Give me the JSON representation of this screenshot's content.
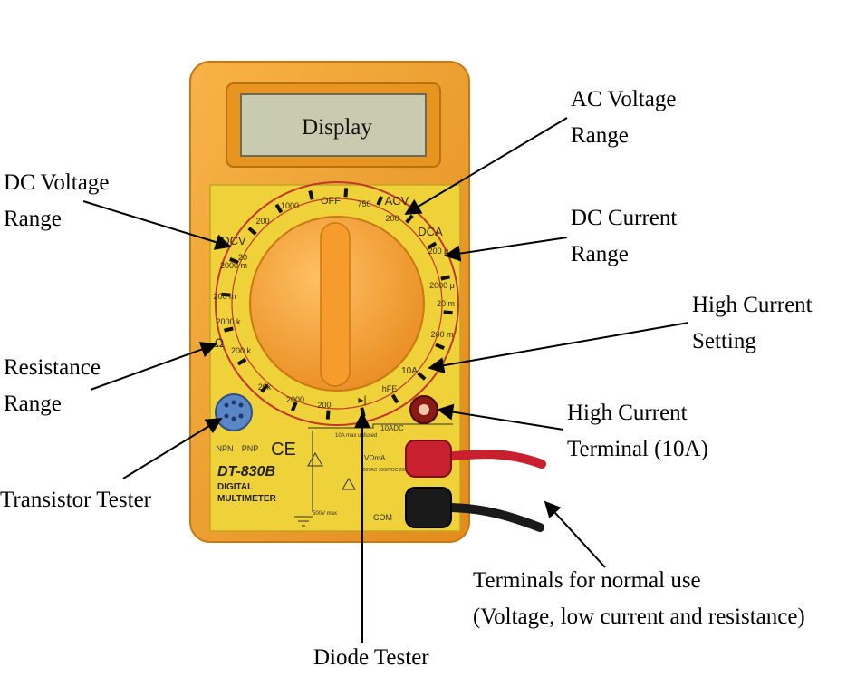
{
  "labels": {
    "display": "Display",
    "ac_voltage": [
      "AC Voltage",
      "Range"
    ],
    "dc_voltage": [
      "DC Voltage",
      "Range"
    ],
    "dc_current": [
      "DC Current",
      "Range"
    ],
    "high_current_setting": [
      "High Current",
      "Setting"
    ],
    "resistance": [
      "Resistance",
      "Range"
    ],
    "high_current_terminal": [
      "High Current",
      "Terminal (10A)"
    ],
    "transistor_tester": "Transistor Tester",
    "normal_terminals": [
      "Terminals for normal use",
      "(Voltage, low current and resistance)"
    ],
    "diode_tester": "Diode Tester"
  },
  "meter": {
    "model": "DT-830B",
    "line1": "DIGITAL",
    "line2": "MULTIMETER",
    "ce": "CE",
    "com": "COM",
    "ten_adc": "10ADC",
    "v_ohm_ma": "VΩmA",
    "npn": "NPN",
    "pnp": "PNP",
    "max_note": "500V max",
    "warn_a": "10A max unfused",
    "warn_b": "750VAC 1000VDC 200mA max"
  },
  "dial": {
    "off": "OFF",
    "acv": "ACV",
    "dcv": "DCV",
    "dca": "DCA",
    "ohm": "Ω",
    "hfe": "hFE",
    "ten_a": "10A",
    "v1000": "1000",
    "v750": "750",
    "v200a": "200",
    "v200b": "200",
    "v20": "20",
    "v2000m": "2000 m",
    "v200m": "200 m",
    "r2000k": "2000 k",
    "r200k": "200 k",
    "r20k": "20k",
    "r2000": "2000",
    "r200": "200",
    "a200u": "200 μ",
    "a2000u": "2000 μ",
    "a20m": "20 m",
    "a200m": "200 m"
  },
  "colors": {
    "body": "#f2a42a",
    "panel": "#efd13a",
    "knob": "#f6a83c",
    "lcd": "#c9cbb0",
    "red": "#c8202e",
    "black": "#1a1a1a"
  }
}
